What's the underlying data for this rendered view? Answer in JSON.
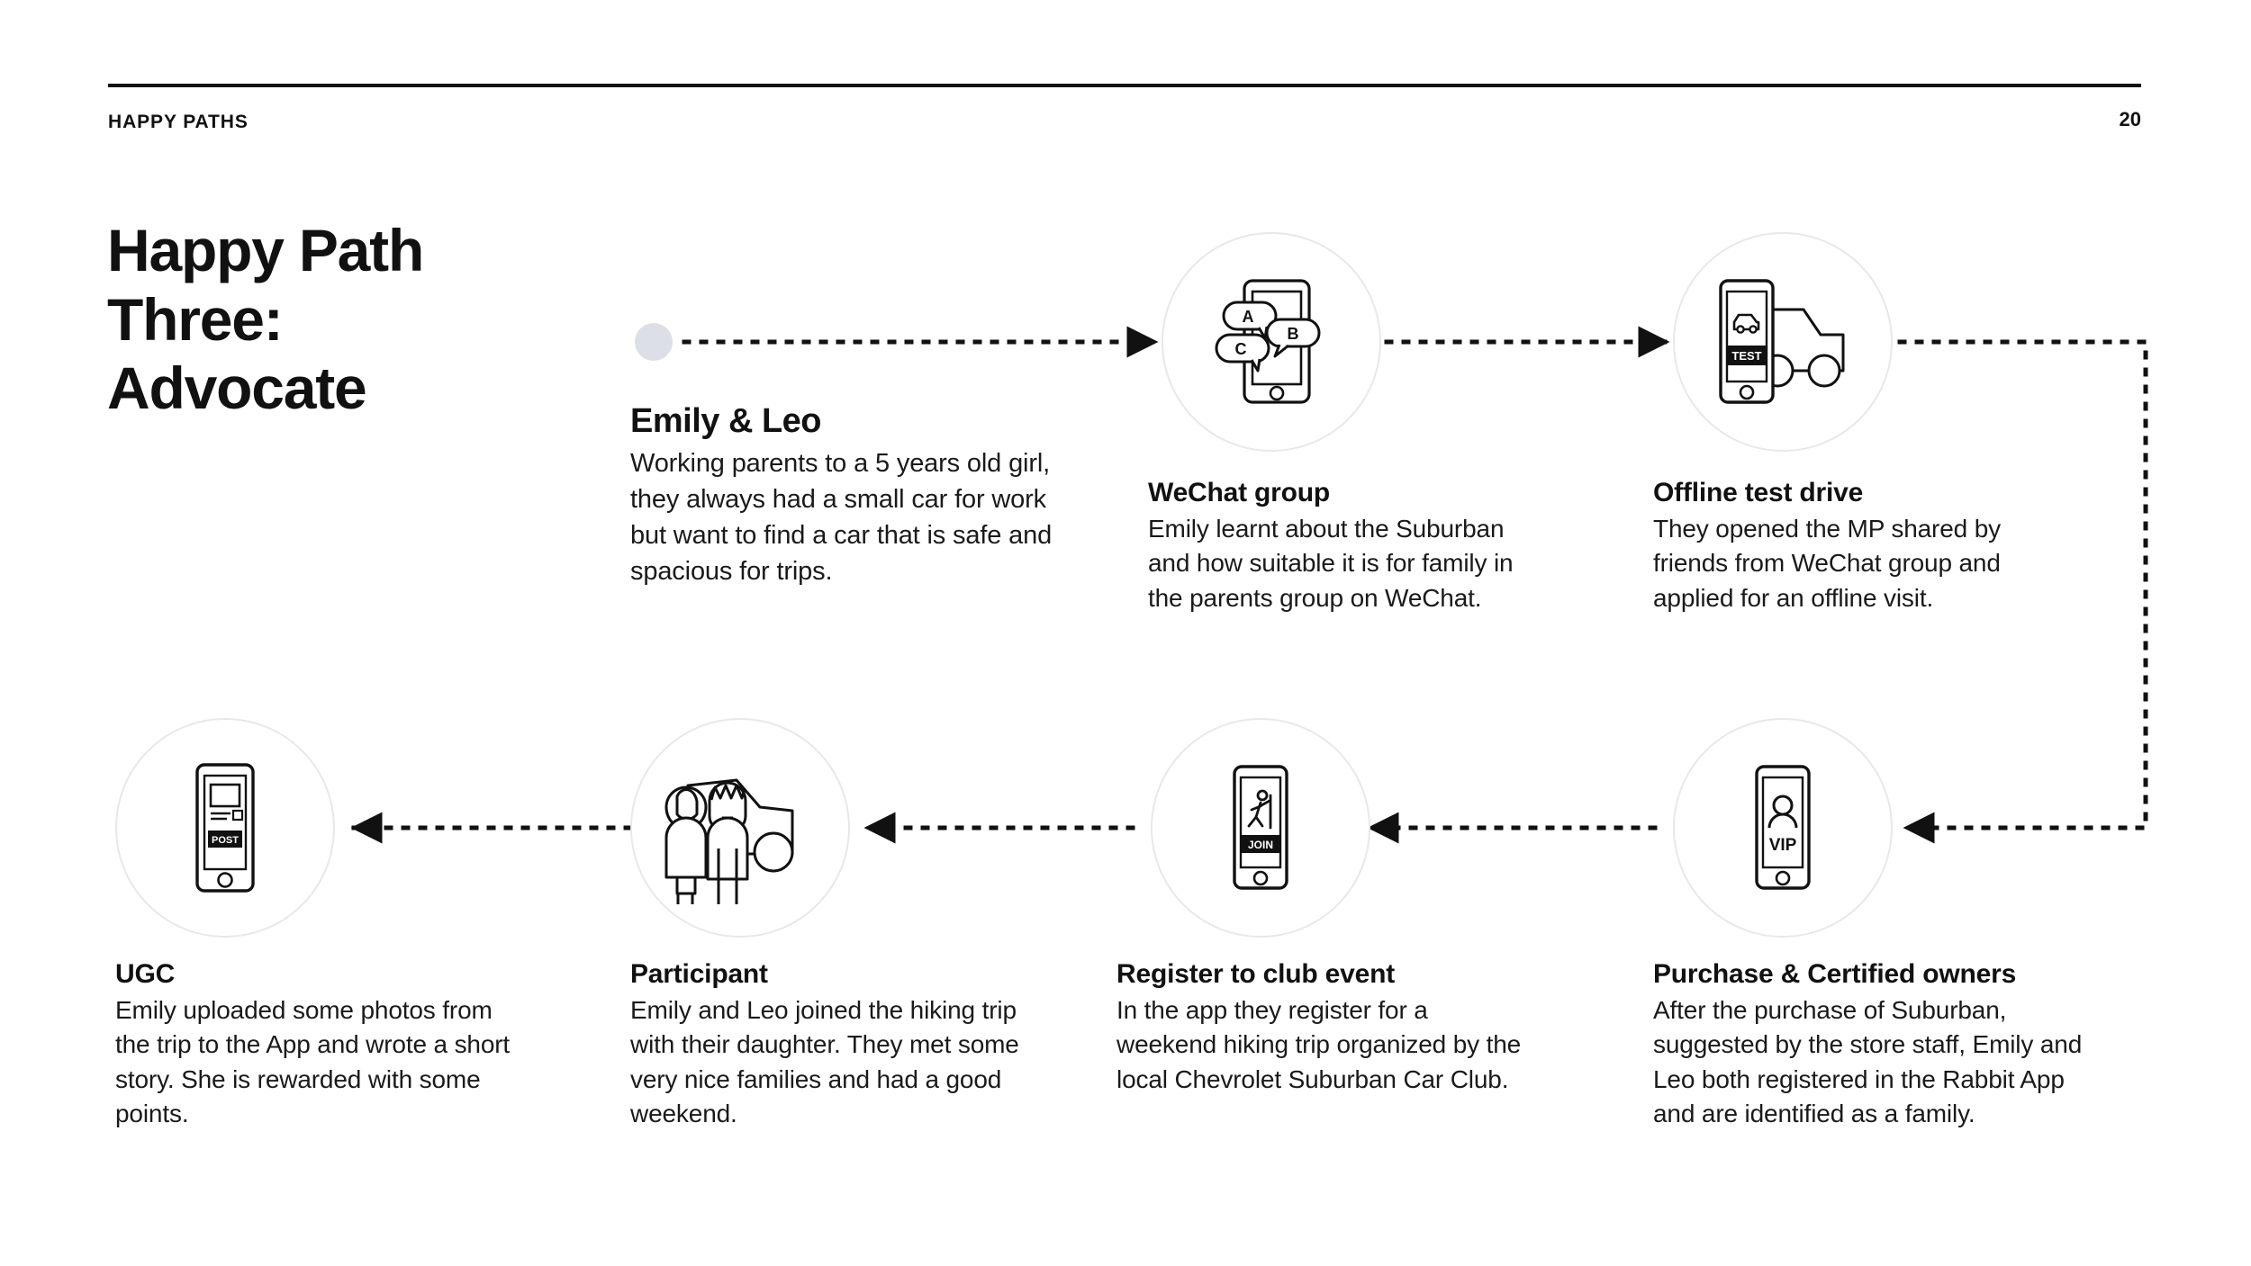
{
  "header": {
    "label": "HAPPY PATHS",
    "page_number": "20"
  },
  "title": {
    "line1": "Happy Path",
    "line2": "Three:",
    "line3": "Advocate"
  },
  "persona": {
    "name": "Emily & Leo",
    "description": "Working parents to a 5 years old girl, they always had a small car for work but want to find a car that is safe and spacious for trips."
  },
  "steps": [
    {
      "id": "wechat-group",
      "title": "WeChat group",
      "body": "Emily learnt about the Suburban and how suitable it is for family in the parents group on WeChat.",
      "icon": "phone-chat-bubbles-icon",
      "icon_labels": [
        "A",
        "B",
        "C"
      ]
    },
    {
      "id": "offline-test-drive",
      "title": "Offline test drive",
      "body": "They opened the MP shared by friends from WeChat group and applied for an offline visit.",
      "icon": "phone-car-test-drive-icon",
      "icon_labels": [
        "TEST"
      ]
    },
    {
      "id": "purchase-certified-owners",
      "title": "Purchase & Certified owners",
      "body": "After the purchase of Suburban, suggested by the store staff, Emily and Leo both registered in the Rabbit App and are identified as a family.",
      "icon": "phone-vip-member-icon",
      "icon_labels": [
        "VIP"
      ]
    },
    {
      "id": "register-to-club-event",
      "title": "Register to club event",
      "body": "In the app they register for a weekend hiking trip organized by the local Chevrolet Suburban Car Club.",
      "icon": "phone-hiking-join-icon",
      "icon_labels": [
        "JOIN"
      ]
    },
    {
      "id": "participant",
      "title": "Participant",
      "body": "Emily and Leo joined the hiking trip with their daughter. They met some very nice families and had a good weekend.",
      "icon": "family-with-car-icon",
      "icon_labels": []
    },
    {
      "id": "ugc",
      "title": "UGC",
      "body": "Emily uploaded some photos from the trip to the App and wrote a short story. She is rewarded with some points.",
      "icon": "phone-post-photo-icon",
      "icon_labels": [
        "POST"
      ]
    }
  ],
  "colors": {
    "ink": "#111111",
    "circle_outline": "#e8e8e8",
    "start_dot": "#dcdfe6",
    "connector": "#111111"
  }
}
